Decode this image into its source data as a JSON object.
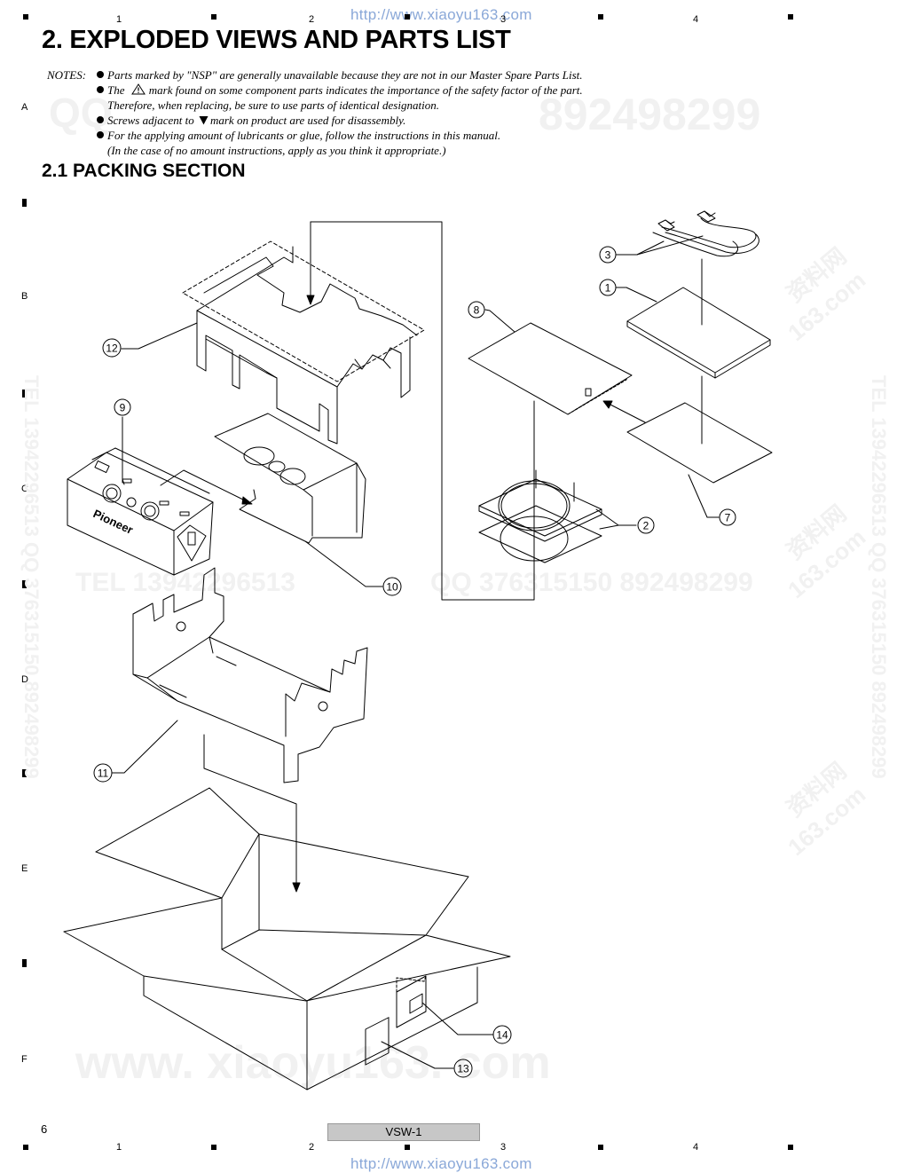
{
  "header": {
    "url": "http://www.xiaoyu163.com",
    "columns": [
      "1",
      "2",
      "3",
      "4"
    ],
    "rows": [
      "A",
      "B",
      "C",
      "D",
      "E",
      "F"
    ]
  },
  "title": "2. EXPLODED VIEWS AND PARTS LIST",
  "notes": {
    "label": "NOTES:",
    "items": [
      "Parts marked by \"NSP\" are generally unavailable because they are not in our Master Spare Parts List.",
      "The",
      "mark found on some component parts indicates the importance of the safety factor of the part.",
      "Therefore, when replacing, be sure to use parts of identical designation.",
      "Screws adjacent to",
      "mark on product are used for disassembly.",
      "For the applying amount of lubricants or glue, follow the instructions in this manual.",
      "(In the case of no amount instructions, apply as you think it appropriate.)"
    ]
  },
  "section": "2.1  PACKING SECTION",
  "watermarks": {
    "qq_top": "QQ",
    "num_top": "892498299",
    "tel_mid": "TEL  13942296513",
    "qq_mid": "QQ  376315150  892498299",
    "site": "www. xiaoyu163. com",
    "vertical_left": "TEL 13942296513 QQ 376315150 892498299",
    "vertical_right": "TEL 13942296513 QQ 376315150 892498299",
    "cn_1": "资料网",
    "com_1": "163.com",
    "cn_2": "资料网",
    "com_2": "163.com",
    "cn_3": "资料网",
    "com_3": "163.com"
  },
  "parts": {
    "p1": "1",
    "p2": "2",
    "p3": "3",
    "p7": "7",
    "p8": "8",
    "p9": "9",
    "p10": "10",
    "p11": "11",
    "p12": "12",
    "p13": "13",
    "p14": "14"
  },
  "product_logo": "Pioneer",
  "footer": {
    "page": "6",
    "model": "VSW-1",
    "url": "http://www.xiaoyu163.com"
  }
}
